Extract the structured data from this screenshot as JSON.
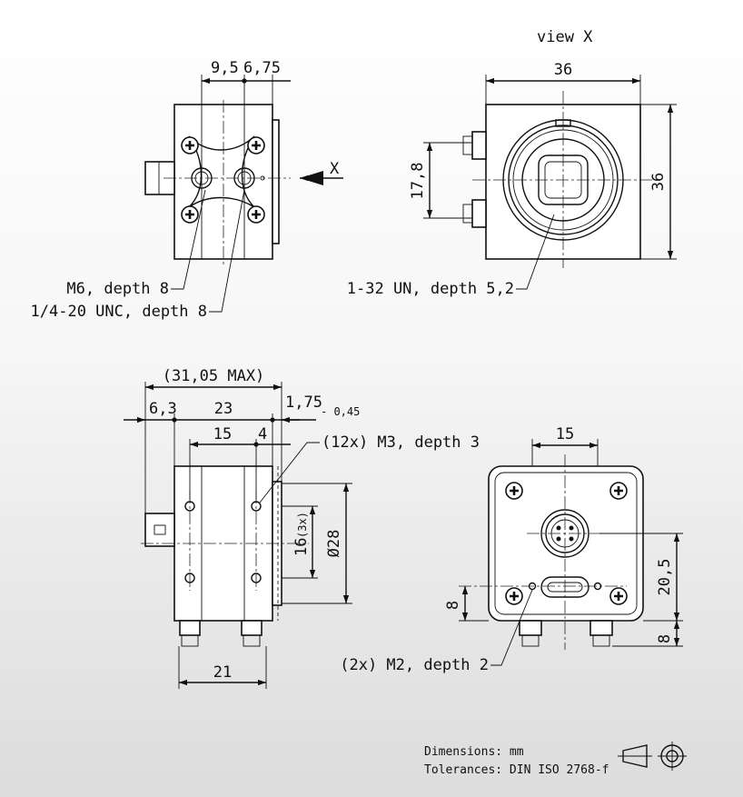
{
  "views": {
    "view_x_title": "view X",
    "arrow_label": "X"
  },
  "dimensions": {
    "d_9_5": "9,5",
    "d_6_75": "6,75",
    "d_36_h": "36",
    "d_36_v": "36",
    "d_17_8": "17,8",
    "d_31_05": "(31,05 MAX)",
    "d_6_3": "6,3",
    "d_23": "23",
    "d_1_75": "1,75",
    "d_tol": "- 0,45",
    "d_15_side": "15",
    "d_4": "4",
    "d_16": "16",
    "d_3x": "(3x)",
    "d_28": "Ø28",
    "d_21": "21",
    "d_15_rear": "15",
    "d_20_5": "20,5",
    "d_8_left": "8",
    "d_8_right": "8"
  },
  "callouts": {
    "m6": "M6, depth 8",
    "unc": "1/4-20 UNC, depth 8",
    "un32": "1-32 UN, depth 5,2",
    "m3": "(12x) M3, depth 3",
    "m2": "(2x) M2, depth 2"
  },
  "footer": {
    "dimensions_label": "Dimensions: mm",
    "tolerances_label": "Tolerances: DIN ISO 2768-f"
  },
  "icons": [
    "projection-cone-icon",
    "projection-circle-icon"
  ]
}
